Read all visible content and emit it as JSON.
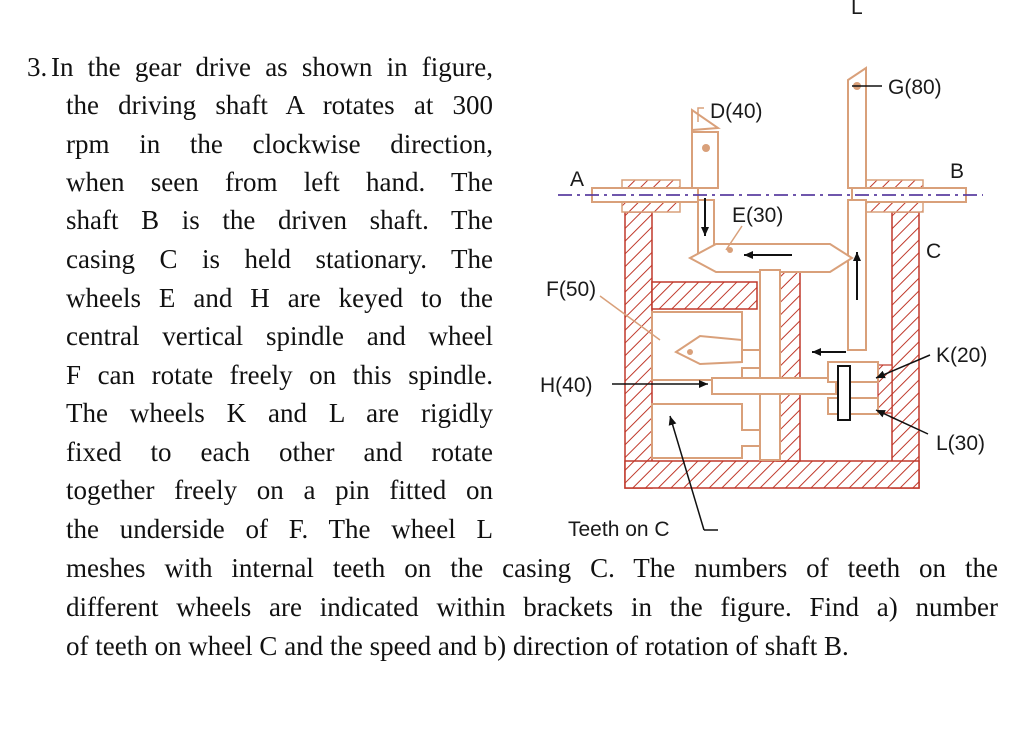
{
  "question": {
    "number": "3.",
    "narrow_lines": [
      "In the gear drive as shown in figure,",
      "the driving shaft A rotates at 300",
      "rpm in the clockwise direction,",
      "when seen from left hand. The",
      "shaft B is the driven shaft. The",
      "casing C is held stationary. The",
      "wheels E and H are keyed to the",
      "central vertical spindle and wheel",
      "F can rotate freely on this spindle.",
      "The wheels K and L are rigidly",
      "fixed to each other and rotate",
      "together freely on a pin fitted on",
      "the underside of F. The wheel L"
    ],
    "wide_lines": [
      "meshes with internal teeth on the casing C. The numbers of teeth on the",
      "different wheels are indicated within brackets in the figure. Find a) number",
      "of teeth on wheel C and the speed and b) direction of rotation of shaft B."
    ]
  },
  "figure": {
    "labels": {
      "top": "L",
      "g": "G(80)",
      "d": "D(40)",
      "a": "A",
      "b": "B",
      "e": "E(30)",
      "c": "C",
      "f": "F(50)",
      "k": "K(20)",
      "h": "H(40)",
      "l": "L(30)",
      "teeth": "Teeth on C"
    },
    "colors": {
      "gear_outline": "#d9a07a",
      "hatch": "#c0392b",
      "axis": "#5b3fa0",
      "arrow": "#111111"
    }
  }
}
